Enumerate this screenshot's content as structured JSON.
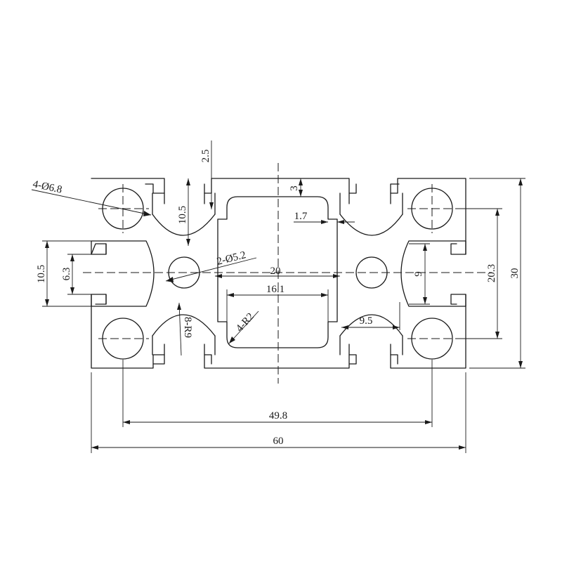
{
  "diagram": {
    "labels": {
      "width_overall": "60",
      "height_overall": "30",
      "hole_spacing_x": "49.8",
      "hole_spacing_y": "20.3",
      "corner_holes": "4-Ø6.8",
      "center_holes": "2-Ø5.2",
      "slot_opening_top": "2.5",
      "wall_top": "3",
      "wall_side": "1.7",
      "slot_depth": "10.5",
      "side_slot_height": "10.5",
      "side_slot_inner": "6.3",
      "center_width": "20",
      "center_inner": "16.1",
      "corner_radius": "4-R2",
      "arc_radius": "8-R9",
      "arc_width": "9.5",
      "slot_inner_right": "9"
    }
  }
}
